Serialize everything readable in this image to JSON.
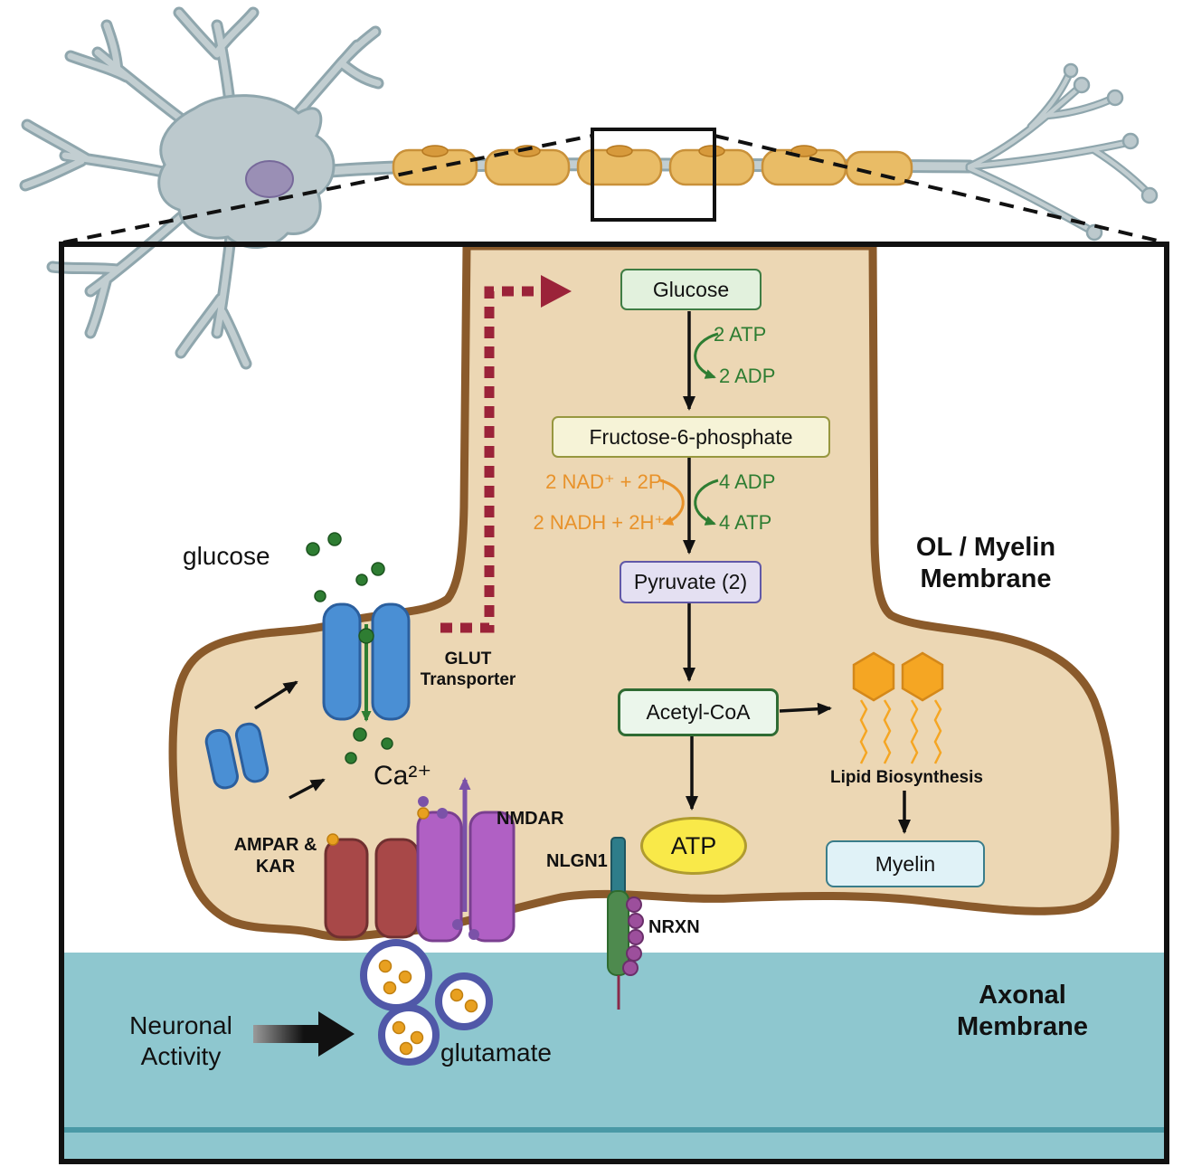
{
  "palette": {
    "ink": "#111111",
    "membrane-fill": "#ecd7b4",
    "membrane-stroke": "#8a5a2b",
    "axonal-band": "#8ec7cf",
    "axonal-band-line": "#4a99a6",
    "green": "#2e7d32",
    "orange": "#e8922a",
    "maroon": "#9b2339",
    "purple": "#7b52a8",
    "blue-transporter": "#4a8fd4",
    "red-receptor": "#a84848",
    "purple-receptor": "#b060c4",
    "vesicle-ring": "#5058a8",
    "vesicle-dot": "#e8a020",
    "lipid-orange": "#f5a623",
    "neuron-fill": "#bcc9cd",
    "neuron-stroke": "#8fa6ad",
    "myelin-fill": "#e9bc66",
    "myelin-stroke": "#c9913a",
    "atp-fill": "#f9e949",
    "atp-stroke": "#b09c2f"
  },
  "pathway": {
    "glucose": "Glucose",
    "fructose": "Fructose-6-phosphate",
    "pyruvate": "Pyruvate (2)",
    "acetyl_coa": "Acetyl-CoA",
    "atp": "ATP",
    "myelin": "Myelin",
    "lipid_biosynthesis": "Lipid Biosynthesis"
  },
  "cofactors": {
    "atp2": "2 ATP",
    "adp2": "2 ADP",
    "adp4": "4 ADP",
    "atp4": "4 ATP",
    "nad": "2 NAD⁺ + 2Pᵢ",
    "nadh": "2 NADH + 2H⁺"
  },
  "labels": {
    "glucose": "glucose",
    "glut": "GLUT Transporter",
    "ca": "Ca²⁺",
    "nmdar": "NMDAR",
    "ampar_kar": "AMPAR & KAR",
    "nlgn1": "NLGN1",
    "nrxn": "NRXN",
    "ol_membrane": "OL / Myelin Membrane",
    "axonal_membrane": "Axonal Membrane",
    "neuronal_activity": "Neuronal Activity",
    "glutamate": "glutamate"
  }
}
